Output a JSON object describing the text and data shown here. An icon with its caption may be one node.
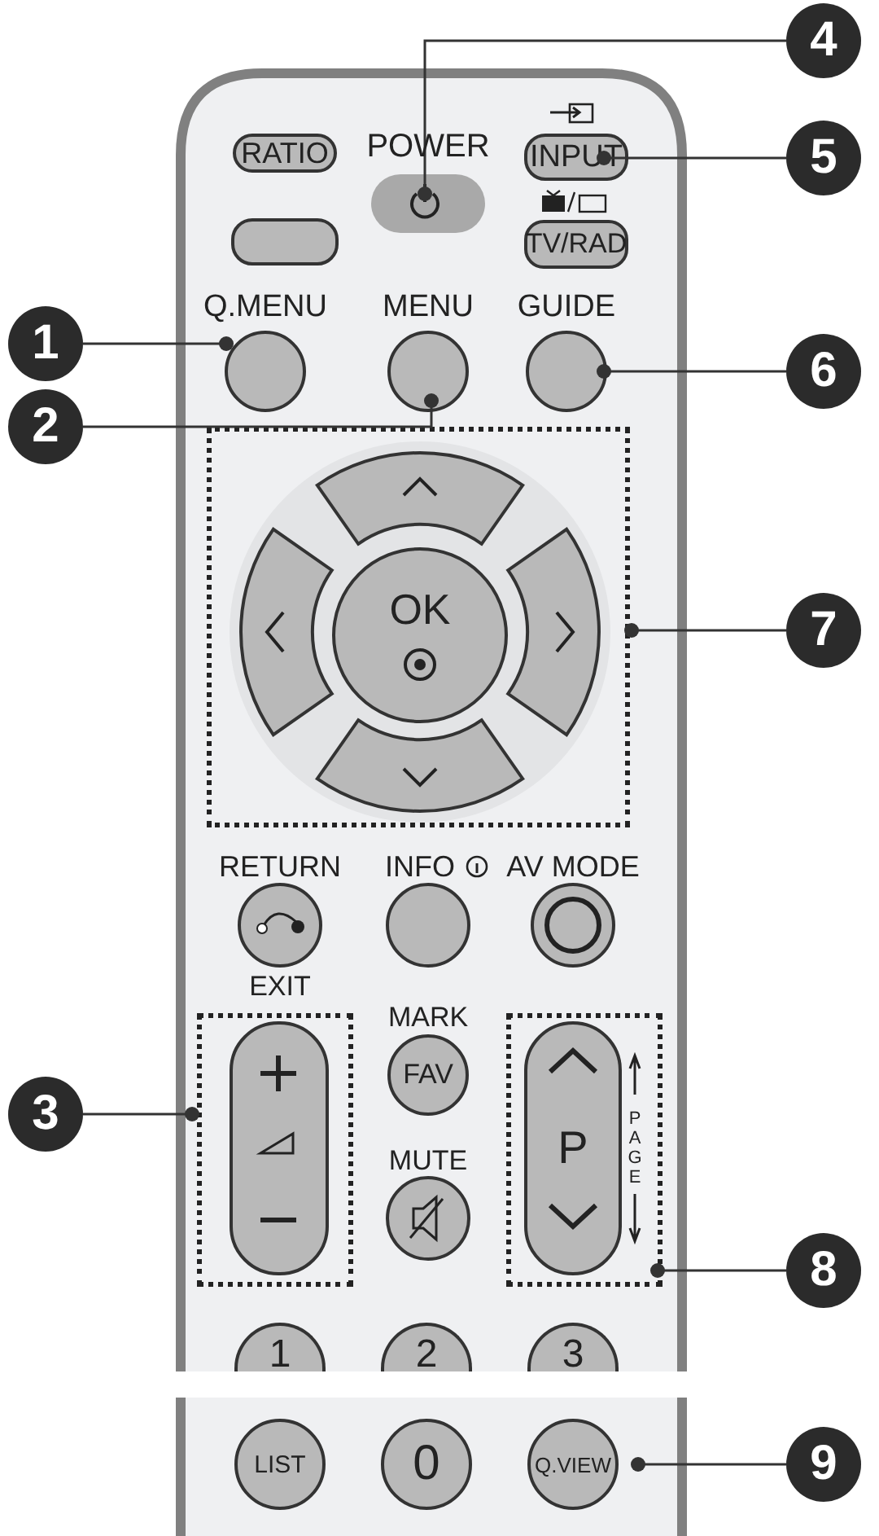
{
  "diagram": {
    "nodes": [
      {
        "text": [
          "1"
        ]
      },
      {
        "text": [
          "2"
        ]
      },
      {
        "text": [
          "3"
        ]
      },
      {
        "text": [
          "4"
        ]
      },
      {
        "text": [
          "5"
        ]
      },
      {
        "text": [
          "6"
        ]
      },
      {
        "text": [
          "7"
        ]
      },
      {
        "text": [
          "8"
        ]
      },
      {
        "text": [
          "9"
        ]
      },
      {
        "text": [],
        "shape": "ellipse"
      },
      {
        "text": [
          "INPUT"
        ]
      },
      {
        "text": [],
        "shape": "circle"
      },
      {
        "text": [],
        "shape": "circle"
      },
      {
        "text": [],
        "shape": "circle"
      },
      {
        "text": [],
        "shape": "box"
      },
      {
        "text": [],
        "shape": "box"
      },
      {
        "text": [],
        "shape": "box"
      },
      {
        "text": [
          "Q.VIEW"
        ]
      },
      {
        "text": [
          "RATIO"
        ]
      },
      {
        "text": [
          "TV/RAD"
        ]
      },
      {
        "text": [
          "FAV"
        ]
      },
      {
        "text": [
          "1"
        ]
      },
      {
        "text": [
          "2"
        ]
      },
      {
        "text": [
          "3"
        ]
      },
      {
        "text": [
          "LIST"
        ]
      },
      {
        "text": [
          "0"
        ]
      }
    ],
    "edges": [
      {
        "from": 0,
        "to": 11,
        "arrow": "other"
      },
      {
        "from": 1,
        "to": 12,
        "arrow": "other"
      },
      {
        "from": 2,
        "to": 15,
        "arrow": "other"
      },
      {
        "from": 3,
        "to": 9,
        "arrow": "other"
      },
      {
        "from": 4,
        "to": 10,
        "arrow": "other"
      },
      {
        "from": 5,
        "to": 13,
        "arrow": "other"
      },
      {
        "from": 6,
        "to": 14,
        "arrow": "other"
      },
      {
        "from": 7,
        "to": 16,
        "arrow": "other"
      },
      {
        "from": 8,
        "to": 17,
        "arrow": "other"
      }
    ],
    "labels": [
      "POWER",
      "Q.MENU",
      "MENU",
      "GUIDE",
      "OK",
      "RETURN",
      "INFO",
      "AV MODE",
      "EXIT",
      "MARK",
      "MUTE",
      "P",
      "PAGE"
    ]
  }
}
